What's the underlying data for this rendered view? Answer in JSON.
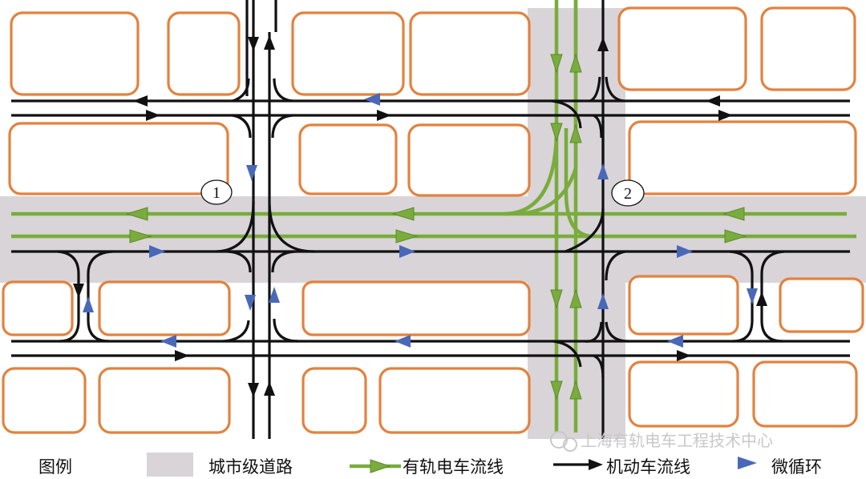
{
  "diagram": {
    "intersection_labels": [
      "1",
      "2"
    ],
    "legend": {
      "title": "图例",
      "items": [
        {
          "label": "城市级道路",
          "color": "#d9d4d8",
          "kind": "road-swatch"
        },
        {
          "label": "有轨电车流线",
          "color": "#79ac3c",
          "kind": "tram-arrow"
        },
        {
          "label": "机动车流线",
          "color": "#111111",
          "kind": "vehicle-arrow"
        },
        {
          "label": "微循环",
          "color": "#4a68b8",
          "kind": "micro-arrow"
        }
      ]
    },
    "watermark": "上海有轨电车工程技术中心",
    "colors": {
      "block_outline": "#e2823f",
      "road_fill": "#d9d4d8",
      "tram_line": "#79ac3c",
      "vehicle_line": "#111111",
      "micro_arrow": "#4a68b8"
    }
  }
}
